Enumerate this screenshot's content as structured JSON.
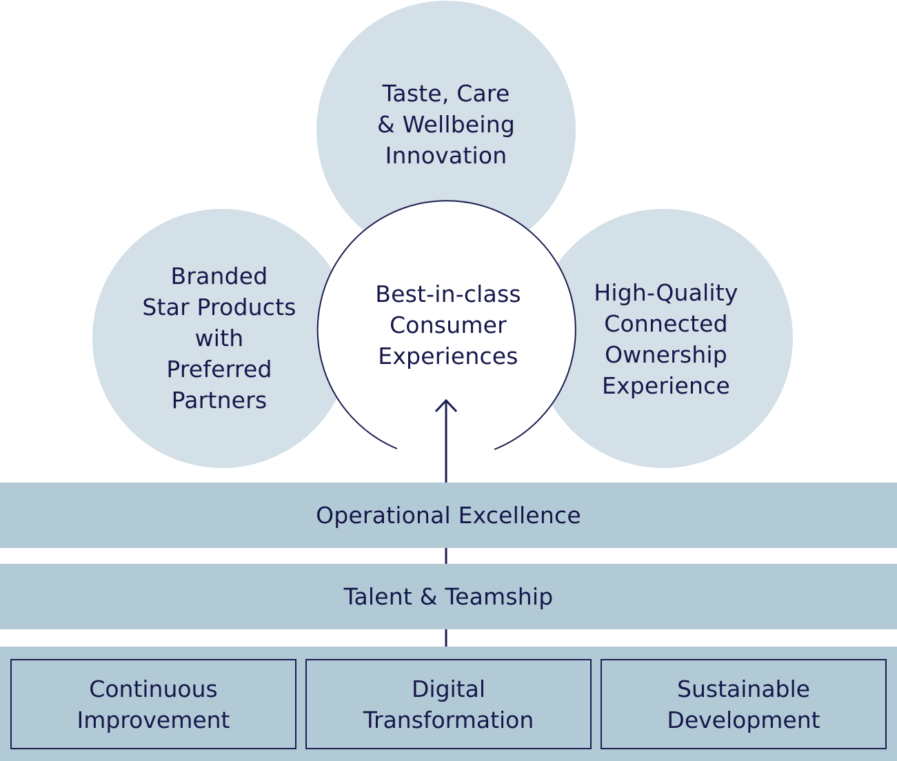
{
  "colors": {
    "circle_fill": "#d3e0e7",
    "band_fill": "#b2cad6",
    "ink": "#15174a"
  },
  "circles": {
    "top": "Taste, Care\n& Wellbeing\nInnovation",
    "left": "Branded\nStar Products\nwith\nPreferred\nPartners",
    "right": "High-Quality\nConnected\nOwnership\nExperience",
    "center": "Best-in-class\nConsumer\nExperiences"
  },
  "bands": {
    "operational": "Operational Excellence",
    "talent": "Talent & Teamship"
  },
  "pillars": [
    "Continuous\nImprovement",
    "Digital\nTransformation",
    "Sustainable\nDevelopment"
  ]
}
